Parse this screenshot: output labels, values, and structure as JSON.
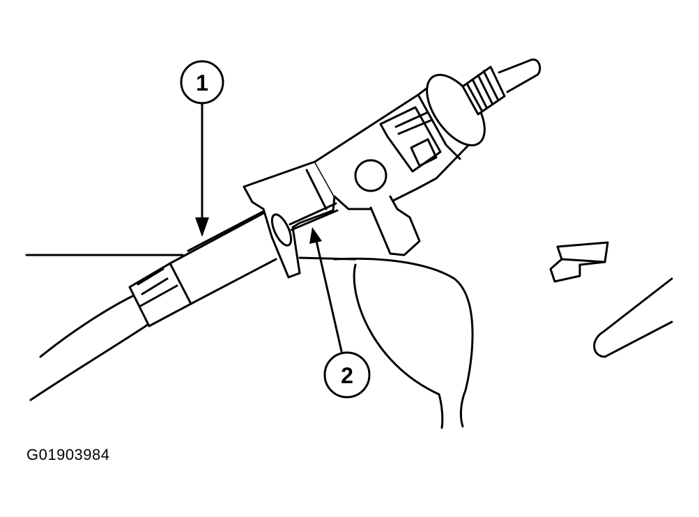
{
  "diagram": {
    "callouts": [
      {
        "id": "callout-1",
        "label": "1"
      },
      {
        "id": "callout-2",
        "label": "2"
      }
    ],
    "figure_id": "G01903984",
    "colors": {
      "ink": "#000000",
      "paper": "#ffffff",
      "shade": "#cfcfcf"
    }
  }
}
